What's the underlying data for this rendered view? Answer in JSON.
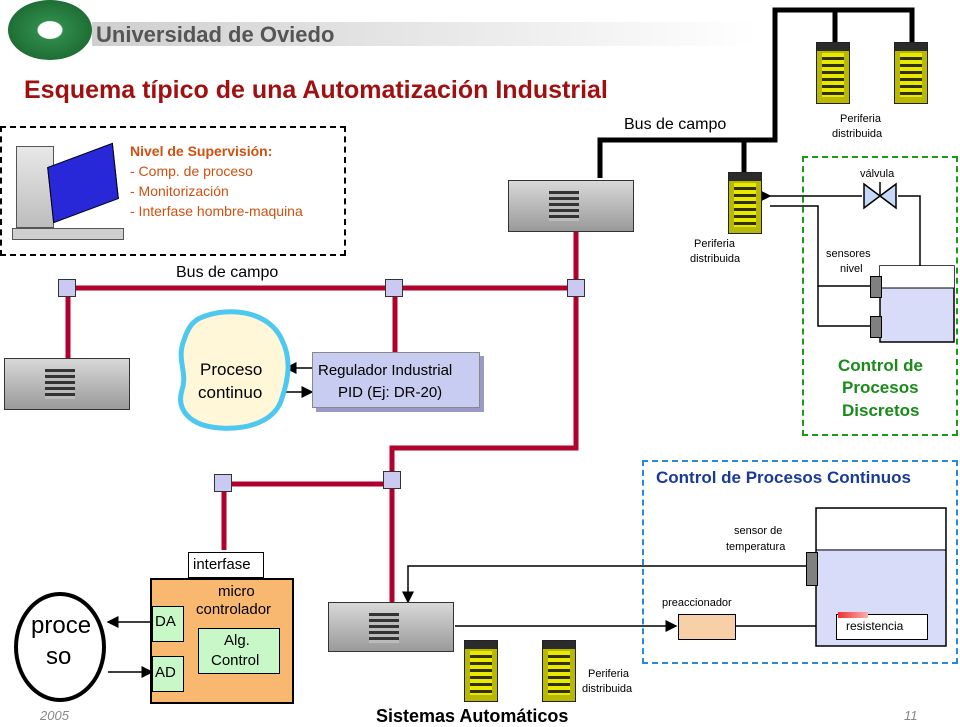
{
  "header": {
    "university": "Universidad de Oviedo",
    "title": "Esquema típico de una Automatización Industrial"
  },
  "supervision": {
    "heading": "Nivel de Supervisión:",
    "items": [
      "- Comp. de proceso",
      "- Monitorización",
      "- Interfase hombre-maquina"
    ]
  },
  "bus_top": "Bus de campo",
  "bus_mid": "Bus de campo",
  "periferia_label": "Periferia\ndistribuida",
  "periferia_top": [
    "Periferia",
    "distribuida"
  ],
  "periferia_mid": [
    "Periferia",
    "distribuida"
  ],
  "periferia_bottom": [
    "Periferia",
    "distribuida"
  ],
  "proceso_continuo": [
    "Proceso",
    "continuo"
  ],
  "regulador": [
    "Regulador Industrial",
    "PID (Ej: DR-20)"
  ],
  "discretos": {
    "valvula": "válvula",
    "sensores": [
      "sensores",
      "nivel"
    ],
    "title": [
      "Control de",
      "Procesos",
      "Discretos"
    ]
  },
  "continuos": {
    "title": "Control de Procesos Continuos",
    "sensor": [
      "sensor de",
      "temperatura"
    ],
    "preaccionador": "preaccionador",
    "resistencia": "resistencia"
  },
  "micro": {
    "interfase": "interfase",
    "title": [
      "micro",
      "controlador"
    ],
    "da": "DA",
    "ad": "AD",
    "alg": [
      "Alg.",
      "Control"
    ],
    "proceso": [
      "proce",
      "so"
    ]
  },
  "footer": {
    "year": "2005",
    "course": "Sistemas Automáticos",
    "page": "11"
  },
  "colors": {
    "bus": "#b1002d",
    "title": "#a01010",
    "supervision_heading": "#d05010",
    "discrete_border": "#1a9a1a",
    "discrete_text": "#1a8a1a",
    "continuous_border": "#2a8ad8",
    "continuous_text": "#1a3a9a",
    "micro_fill": "#f8b870"
  }
}
